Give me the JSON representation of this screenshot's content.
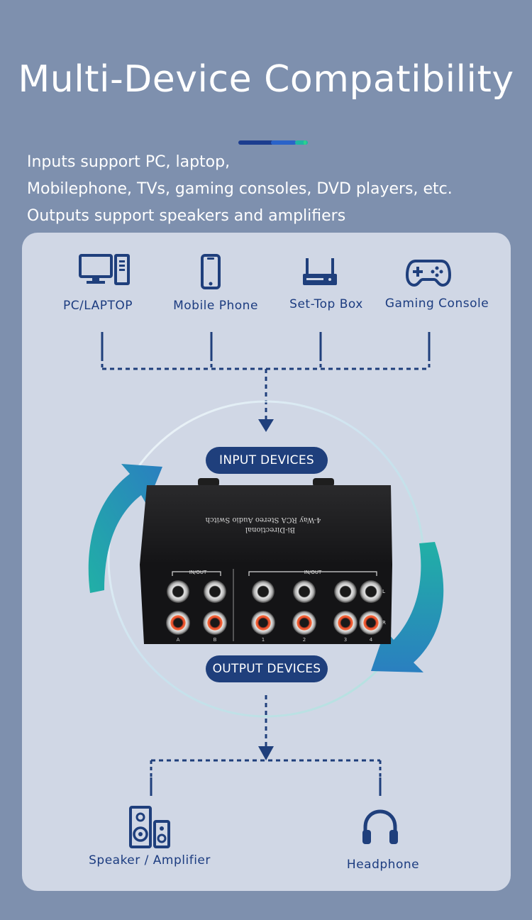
{
  "heading": {
    "title": "Multi-Device Compatibility"
  },
  "accent": {
    "colors": [
      "#1c3d8f",
      "#2a63c9",
      "#1fb6a4",
      "#2fd08c"
    ]
  },
  "intro": {
    "lines": [
      "Inputs support PC, laptop,",
      "Mobilephone, TVs, gaming consoles, DVD players, etc.",
      "Outputs support speakers and amplifiers"
    ]
  },
  "inputs": {
    "devices": [
      {
        "label": "PC/LAPTOP",
        "icon": "desktop-pc-icon"
      },
      {
        "label": "Mobile Phone",
        "icon": "mobile-phone-icon"
      },
      {
        "label": "Set-Top Box",
        "icon": "set-top-box-icon"
      },
      {
        "label": "Gaming Console",
        "icon": "gamepad-icon"
      }
    ],
    "badge": "INPUT DEVICES"
  },
  "outputs": {
    "badge": "OUTPUT DEVICES",
    "devices": [
      {
        "label": "Speaker / Amplifier",
        "icon": "speaker-icon"
      },
      {
        "label": "Headphone",
        "icon": "headphone-icon"
      }
    ]
  },
  "product": {
    "top_text_line1": "4-Way RCA Stereo Audio Switch",
    "top_text_line2": "Bi-Directional",
    "group_label_left": "IN/OUT",
    "group_label_right": "IN/OUT",
    "channel_l": "L",
    "channel_r": "R",
    "port_labels": [
      "A",
      "B",
      "1",
      "2",
      "3",
      "4"
    ]
  },
  "colors": {
    "background": "#7e90ae",
    "panel": "#d0d7e5",
    "navy": "#1c3c80",
    "pill": "#1f3f7c",
    "arrow_teal": "#21b0a6",
    "arrow_blue": "#2a7fc0"
  }
}
